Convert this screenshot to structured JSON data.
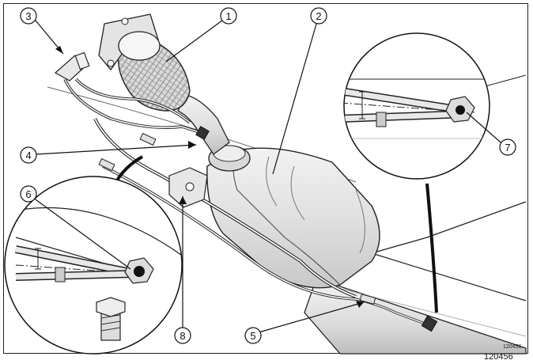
{
  "diagram": {
    "callouts": [
      "1",
      "2",
      "3",
      "4",
      "5",
      "6",
      "7",
      "8"
    ],
    "inner_reference": "120456",
    "footer_reference": "120456"
  }
}
